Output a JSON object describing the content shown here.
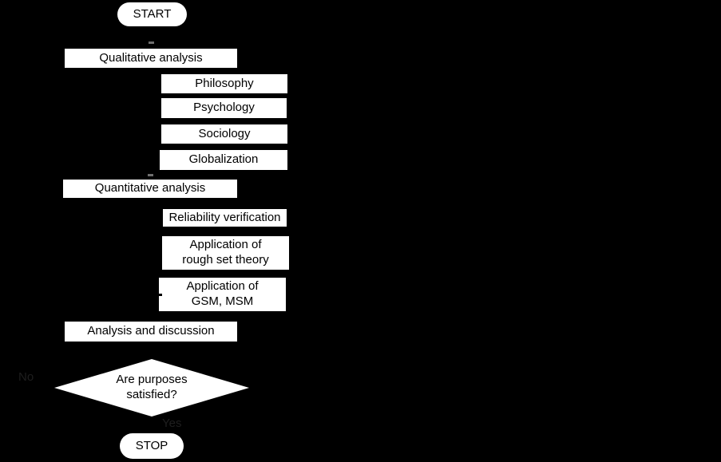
{
  "page": {
    "background_color": "#000000"
  },
  "flowchart": {
    "type": "flowchart",
    "node_fill_color": "#ffffff",
    "node_text_color": "#000000",
    "faint_edge_label_color": "#1e1e1e",
    "nodes": {
      "start": {
        "shape": "stadium",
        "label": "START"
      },
      "qualitative": {
        "shape": "process",
        "label": "Qualitative analysis"
      },
      "philosophy": {
        "shape": "process",
        "label": "Philosophy"
      },
      "psychology": {
        "shape": "process",
        "label": "Psychology"
      },
      "sociology": {
        "shape": "process",
        "label": "Sociology"
      },
      "globalization": {
        "shape": "process",
        "label": "Globalization"
      },
      "quantitative": {
        "shape": "process",
        "label": "Quantitative analysis"
      },
      "reliability": {
        "shape": "process",
        "label": "Reliability verification"
      },
      "rough_set": {
        "shape": "process",
        "label": "Application of\nrough set theory"
      },
      "gsm_msm": {
        "shape": "process",
        "label": "Application of\nGSM, MSM"
      },
      "analysis": {
        "shape": "process",
        "label": "Analysis and discussion"
      },
      "decision": {
        "shape": "decision",
        "label": "Are purposes\nsatisfied?"
      },
      "stop": {
        "shape": "stadium",
        "label": "STOP"
      }
    },
    "edge_labels": {
      "no": {
        "label": "No"
      },
      "yes": {
        "label": "Yes"
      }
    }
  }
}
